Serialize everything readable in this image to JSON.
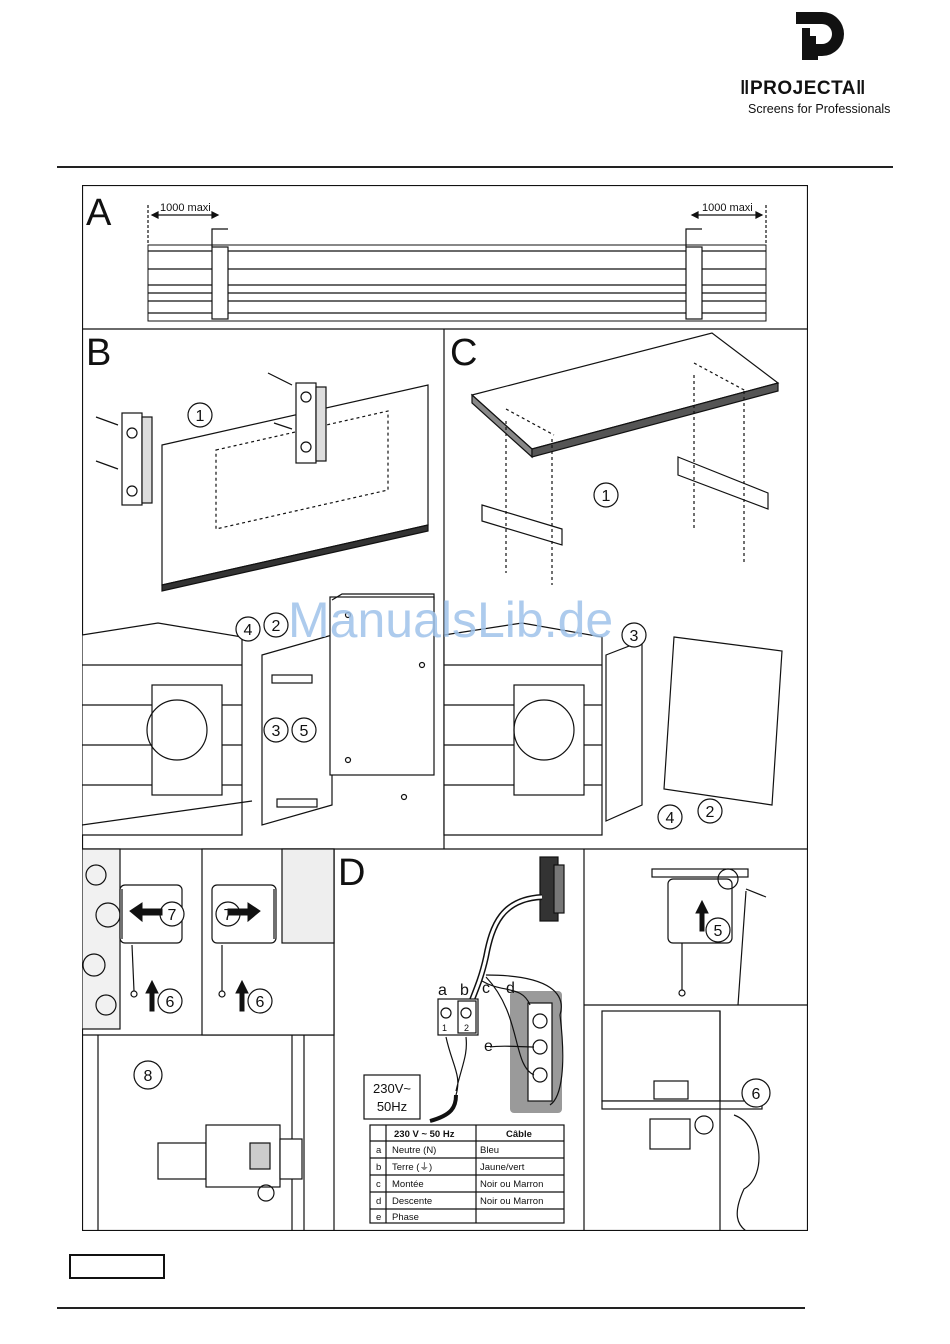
{
  "header": {
    "brand_name": "PROJECTA",
    "tagline": "Screens for Professionals"
  },
  "watermark": "ManualsLib.de",
  "panels": {
    "a": {
      "letter": "A",
      "dim_left": "1000 maxi",
      "dim_right": "1000 maxi"
    },
    "b": {
      "letter": "B",
      "callouts": [
        "1",
        "4",
        "2",
        "3",
        "5"
      ]
    },
    "c": {
      "letter": "C",
      "callouts": [
        "1",
        "3",
        "4",
        "2"
      ]
    },
    "side_left": {
      "callouts": [
        "7",
        "6",
        "7",
        "6",
        "8"
      ]
    },
    "d": {
      "letter": "D",
      "wire_labels": [
        "a",
        "b",
        "c",
        "d",
        "e"
      ],
      "terminal_numbers": [
        "1",
        "2"
      ],
      "supply_line1": "230V~",
      "supply_line2": "50Hz"
    },
    "side_right": {
      "callouts": [
        "5",
        "6"
      ]
    }
  },
  "wiring_table": {
    "headers": [
      "",
      "230 V ~ 50 Hz",
      "Câble"
    ],
    "rows": [
      [
        "a",
        "Neutre (N)",
        "Bleu"
      ],
      [
        "b",
        "Terre (⏚)",
        "Jaune/vert"
      ],
      [
        "c",
        "Montée",
        "Noir ou Marron"
      ],
      [
        "d",
        "Descente",
        "Noir ou Marron"
      ],
      [
        "e",
        "Phase",
        ""
      ]
    ]
  },
  "colors": {
    "rule": "#222222",
    "watermark": "#9fc3ea",
    "terminal_block": "#9a9a9a"
  }
}
